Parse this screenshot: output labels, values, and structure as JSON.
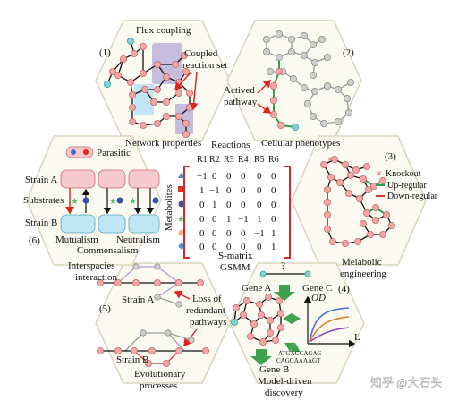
{
  "labels": {
    "p1_num": "(1)",
    "flux_coupling": "Flux coupling",
    "coupled_l1": "Coupled",
    "coupled_l2": "reaction set",
    "network_properties": "Network properties",
    "p2_num": "(2)",
    "actived_l1": "Actived",
    "actived_l2": "pathway",
    "cellular_phenotypes": "Cellular phenotypes",
    "p3_num": "(3)",
    "knockout": "Knockout",
    "up_regular": "Up-regular",
    "down_regular": "Down-regular",
    "metabolic_l1": "Melabolic",
    "metabolic_l2": "engineering",
    "p4_num": "(4)",
    "qmark": "?",
    "gene_a": "Gene A",
    "gene_c": "Gene C",
    "gene_b": "Gene B",
    "od": "OD",
    "axis_l": "L",
    "seq1": "ATGAGCAGAG",
    "seq2": "CAGGAAAAGT",
    "model_driven_l1": "Model-driven",
    "model_driven_l2": "discovery",
    "p5_num": "(5)",
    "strain_a5": "Strain A",
    "strain_b5": "Strain B",
    "loss_l1": "Loss of",
    "loss_l2": "redundant",
    "loss_l3": "pathways",
    "evolutionary_l1": "Evolutionary",
    "evolutionary_l2": "processes",
    "p6_num": "(6)",
    "parasitic": "Parasitic",
    "strain_a6": "Strain A",
    "substrates": "Substrates",
    "strain_b6": "Strain B",
    "mutualism": "Mutualism",
    "neutralism": "Neutralism",
    "commensalism": "Commensalism",
    "interspecies_l1": "Interspacies",
    "interspecies_l2": "interaction",
    "reactions": "Reactions",
    "metabolites": "Metabolites",
    "s_matrix": "S-matrix",
    "gsmm": "GSMM",
    "watermark": "知乎 @大石头"
  },
  "matrix": {
    "headers": [
      "R1",
      "R2",
      "R3",
      "R4",
      "R5",
      "R6"
    ],
    "rows": [
      [
        "−1",
        "0",
        "0",
        "0",
        "0",
        "0"
      ],
      [
        "1",
        "−1",
        "0",
        "0",
        "0",
        "0"
      ],
      [
        "0",
        "1",
        "0",
        "0",
        "0",
        "0"
      ],
      [
        "0",
        "0",
        "1",
        "−1",
        "1",
        "0"
      ],
      [
        "0",
        "0",
        "0",
        "0",
        "−1",
        "1"
      ],
      [
        "0",
        "0",
        "0",
        "0",
        "0",
        "1"
      ]
    ],
    "row_markers": [
      "triangle-blue",
      "square-red",
      "circle-green",
      "star-green",
      "circle-orange",
      "diamond-blue"
    ]
  },
  "colors": {
    "hex_fill": "#fbfaf1",
    "hex_stroke": "#d9d5bd",
    "node_red": "#f2a6a6",
    "node_cyan": "#7fd3d3",
    "node_gray": "#cfcfcf",
    "highlight_purple": "#b9aed9",
    "highlight_cyan": "#bfe6f2",
    "knockout_red": "#e0211d",
    "up_green": "#2f9e4f",
    "down_red": "#d9352f",
    "strain_a_fill": "#f6c9cc",
    "strain_b_fill": "#bfe6f4",
    "bracket_red": "#d8262b",
    "arrow_green": "#3fa34d"
  },
  "icons": [
    "x-mark-icon",
    "triangle-icon",
    "square-icon",
    "circle-icon",
    "star-icon",
    "diamond-icon",
    "arrow-down-icon",
    "double-arrow-icon"
  ]
}
